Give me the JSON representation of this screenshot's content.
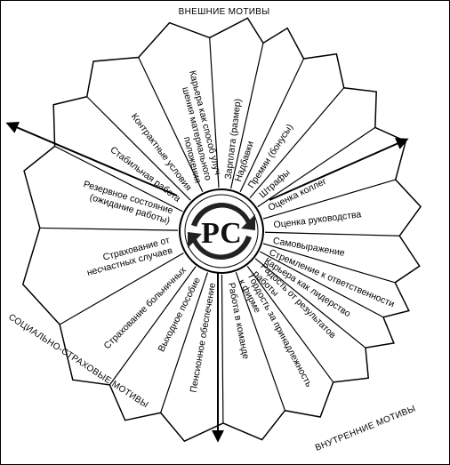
{
  "diagram": {
    "group_labels": {
      "top": "ВНЕШНИЕ МОТИВЫ",
      "bottom_left": "СОЦИАЛЬНО-СТРАХОВЫЕ МОТИВЫ",
      "bottom_right": "ВНУТРЕННИЕ МОТИВЫ"
    },
    "logo_text": "РС",
    "petals": [
      {
        "angle": 7,
        "lines": [
          "Зарплата (размер)"
        ]
      },
      {
        "angle": 18,
        "lines": [
          "Надбавки"
        ]
      },
      {
        "angle": 33,
        "lines": [
          "Премии (бонусы)"
        ]
      },
      {
        "angle": 48,
        "lines": [
          "Штрафы"
        ]
      },
      {
        "angle": 64,
        "lines": [
          "Оценка коллег"
        ]
      },
      {
        "angle": 83,
        "lines": [
          "Оценка руководства"
        ]
      },
      {
        "angle": 100,
        "lines": [
          "Самовыражение"
        ]
      },
      {
        "angle": 113,
        "lines": [
          "Стремление к ответственности"
        ]
      },
      {
        "angle": 123,
        "lines": [
          "Карьера как лидерство"
        ]
      },
      {
        "angle": 135,
        "lines": [
          "Радость от результатов",
          "работы"
        ]
      },
      {
        "angle": 152,
        "lines": [
          "Гордость за принадлежность",
          "к фирме"
        ]
      },
      {
        "angle": 169,
        "lines": [
          "Работа в команде"
        ]
      },
      {
        "angle": 190,
        "lines": [
          "Пенсионное обеспечение"
        ]
      },
      {
        "angle": 207,
        "lines": [
          "Выходное пособие"
        ]
      },
      {
        "angle": 225,
        "lines": [
          "Страхование больничных"
        ]
      },
      {
        "angle": 255,
        "lines": [
          "Страхование от",
          "несчастных случаев"
        ]
      },
      {
        "angle": 287,
        "lines": [
          "Резервное состояние",
          "(ожидание работы)"
        ]
      },
      {
        "angle": 307,
        "lines": [
          "Стабильная работа"
        ]
      },
      {
        "angle": 323,
        "lines": [
          "Контрактные условия"
        ]
      },
      {
        "angle": 346,
        "lines": [
          "Карьера как способ улуч-",
          "шения материального",
          "положения"
        ]
      }
    ]
  }
}
